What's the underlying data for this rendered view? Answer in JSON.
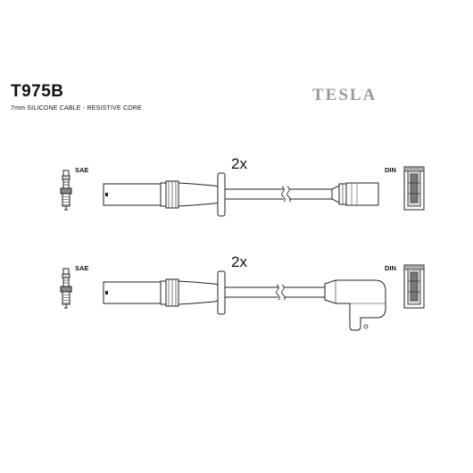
{
  "header": {
    "part_number": "T975B",
    "description": "7mm SILICONE CABLE - RESISTIVE CORE",
    "brand": "TESLA"
  },
  "leads": [
    {
      "quantity": "2x",
      "left_connector": "SAE",
      "right_connector": "DIN"
    },
    {
      "quantity": "2x",
      "left_connector": "SAE",
      "right_connector": "DIN"
    }
  ]
}
